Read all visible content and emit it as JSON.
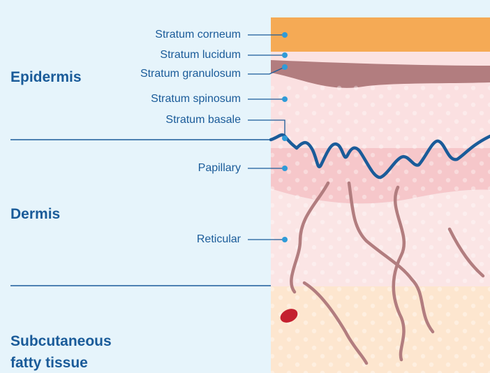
{
  "sections": {
    "epidermis": "Epidermis",
    "dermis": "Dermis",
    "subcutaneous_line1": "Subcutaneous",
    "subcutaneous_line2": "fatty tissue"
  },
  "layers": {
    "corneum": "Stratum corneum",
    "lucidum": "Stratum lucidum",
    "granulosum": "Stratum granulosum",
    "spinosum": "Stratum spinosum",
    "basale": "Stratum basale",
    "papillary": "Papillary",
    "reticular": "Reticular"
  },
  "colors": {
    "background": "#e6f4fb",
    "text": "#1a5b99",
    "corneum": "#f5aa55",
    "lucidum": "#fbe2e2",
    "granulosum": "#b27d7f",
    "spinosum": "#fbe0e1",
    "papillary": "#f6c7ca",
    "reticular": "#fbe5e5",
    "subcutaneous": "#fde6cf",
    "fiber": "#b27d7f",
    "basale_line": "#1a5b99",
    "blood_vessel": "#c4202f"
  }
}
